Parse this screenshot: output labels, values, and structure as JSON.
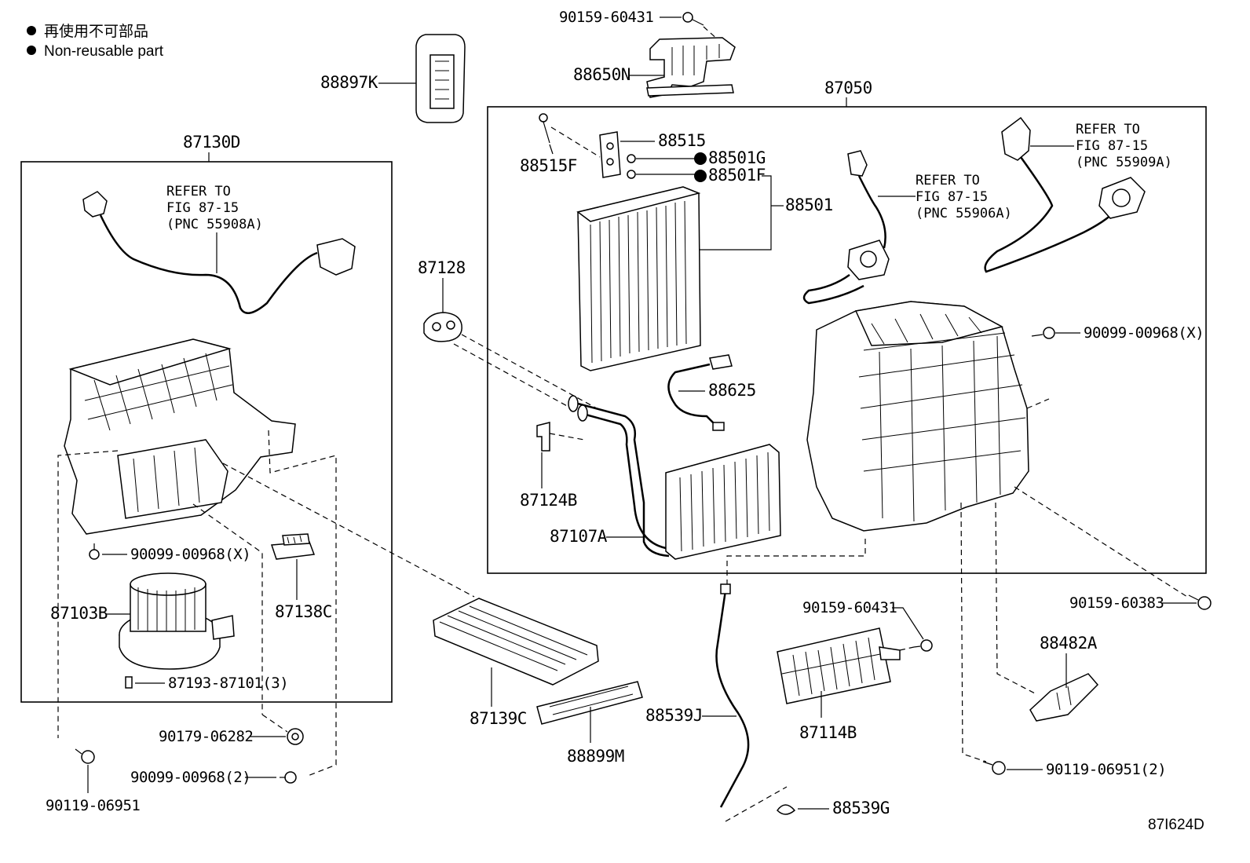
{
  "legend": {
    "japanese": "再使用不可部品",
    "english": "Non-reusable part"
  },
  "figure_code": "87I624D",
  "group_labels": {
    "blower_assembly": "87130D",
    "unit_assembly": "87050"
  },
  "references": {
    "blower_wire": [
      "REFER TO",
      "FIG 87-15",
      "(PNC 55908A)"
    ],
    "evap_sensor": [
      "REFER TO",
      "FIG 87-15",
      "(PNC 55906A)"
    ],
    "mode_servo": [
      "REFER TO",
      "FIG 87-15",
      "(PNC 55909A)"
    ]
  },
  "parts": {
    "p90159_60431_top": "90159-60431",
    "p88650N": "88650N",
    "p88897K": "88897K",
    "p88515": "88515",
    "p88515F": "88515F",
    "p88501G": "88501G",
    "p88501F": "88501F",
    "p88501": "88501",
    "p87128": "87128",
    "p88625": "88625",
    "p87124B": "87124B",
    "p87107A": "87107A",
    "p90099_00968_x_right": "90099-00968(X)",
    "p90099_00968_x_left": "90099-00968(X)",
    "p87103B": "87103B",
    "p87138C": "87138C",
    "p87193_87101": "87193-87101(3)",
    "p90179_06282": "90179-06282",
    "p90099_00968_2": "90099-00968(2)",
    "p90119_06951": "90119-06951",
    "p87139C": "87139C",
    "p88899M": "88899M",
    "p88539J": "88539J",
    "p88539G": "88539G",
    "p90159_60431_mid": "90159-60431",
    "p87114B": "87114B",
    "p90159_60383": "90159-60383",
    "p88482A": "88482A",
    "p90119_06951_2": "90119-06951(2)"
  }
}
